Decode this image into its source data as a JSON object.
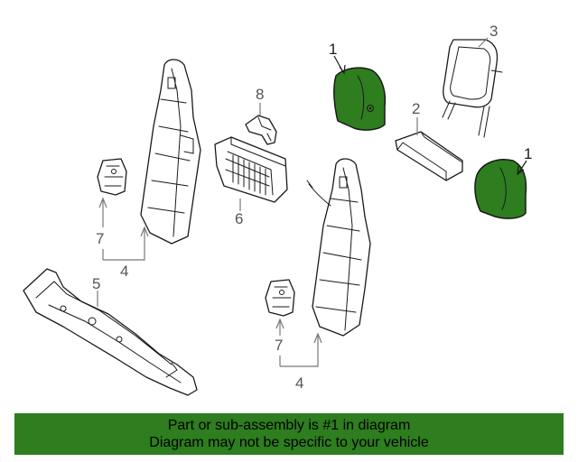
{
  "diagram": {
    "callouts": {
      "c1a": "1",
      "c1b": "1",
      "c2": "2",
      "c3": "3",
      "c4a": "4",
      "c4b": "4",
      "c5": "5",
      "c6": "6",
      "c7a": "7",
      "c7b": "7",
      "c8": "8"
    },
    "highlight_color": "#2e7d1f"
  },
  "notice": {
    "line1": "Part or sub-assembly is #1 in diagram",
    "line2": "Diagram may not be specific to your vehicle"
  }
}
